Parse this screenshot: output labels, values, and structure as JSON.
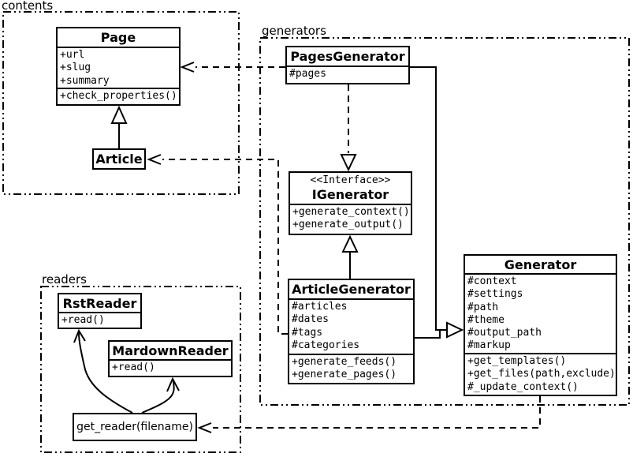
{
  "diagram": {
    "title": "UML class diagram",
    "background_color": "#ffffff",
    "line_color": "#000000"
  },
  "packages": {
    "contents": {
      "label": "contents"
    },
    "generators": {
      "label": "generators"
    },
    "readers": {
      "label": "readers"
    }
  },
  "classes": {
    "page": {
      "name": "Page",
      "attributes": [
        "+url",
        "+slug",
        "+summary"
      ],
      "methods": [
        "+check_properties()"
      ]
    },
    "article": {
      "name": "Article"
    },
    "pages_generator": {
      "name": "PagesGenerator",
      "attributes": [
        "#pages"
      ]
    },
    "igenerator": {
      "stereotype": "<<Interface>>",
      "name": "IGenerator",
      "methods": [
        "+generate_context()",
        "+generate_output()"
      ]
    },
    "article_generator": {
      "name": "ArticleGenerator",
      "attributes": [
        "#articles",
        "#dates",
        "#tags",
        "#categories"
      ],
      "methods": [
        "+generate_feeds()",
        "+generate_pages()"
      ]
    },
    "generator": {
      "name": "Generator",
      "attributes": [
        "#context",
        "#settings",
        "#path",
        "#theme",
        "#output_path",
        "#markup"
      ],
      "methods": [
        "+get_templates()",
        "+get_files(path,exclude)",
        "#_update_context()"
      ]
    },
    "rst_reader": {
      "name": "RstReader",
      "methods": [
        "+read()"
      ]
    },
    "mardown_reader": {
      "name": "MardownReader",
      "methods": [
        "+read()"
      ]
    },
    "get_reader": {
      "name": "get_reader(filename)"
    }
  }
}
